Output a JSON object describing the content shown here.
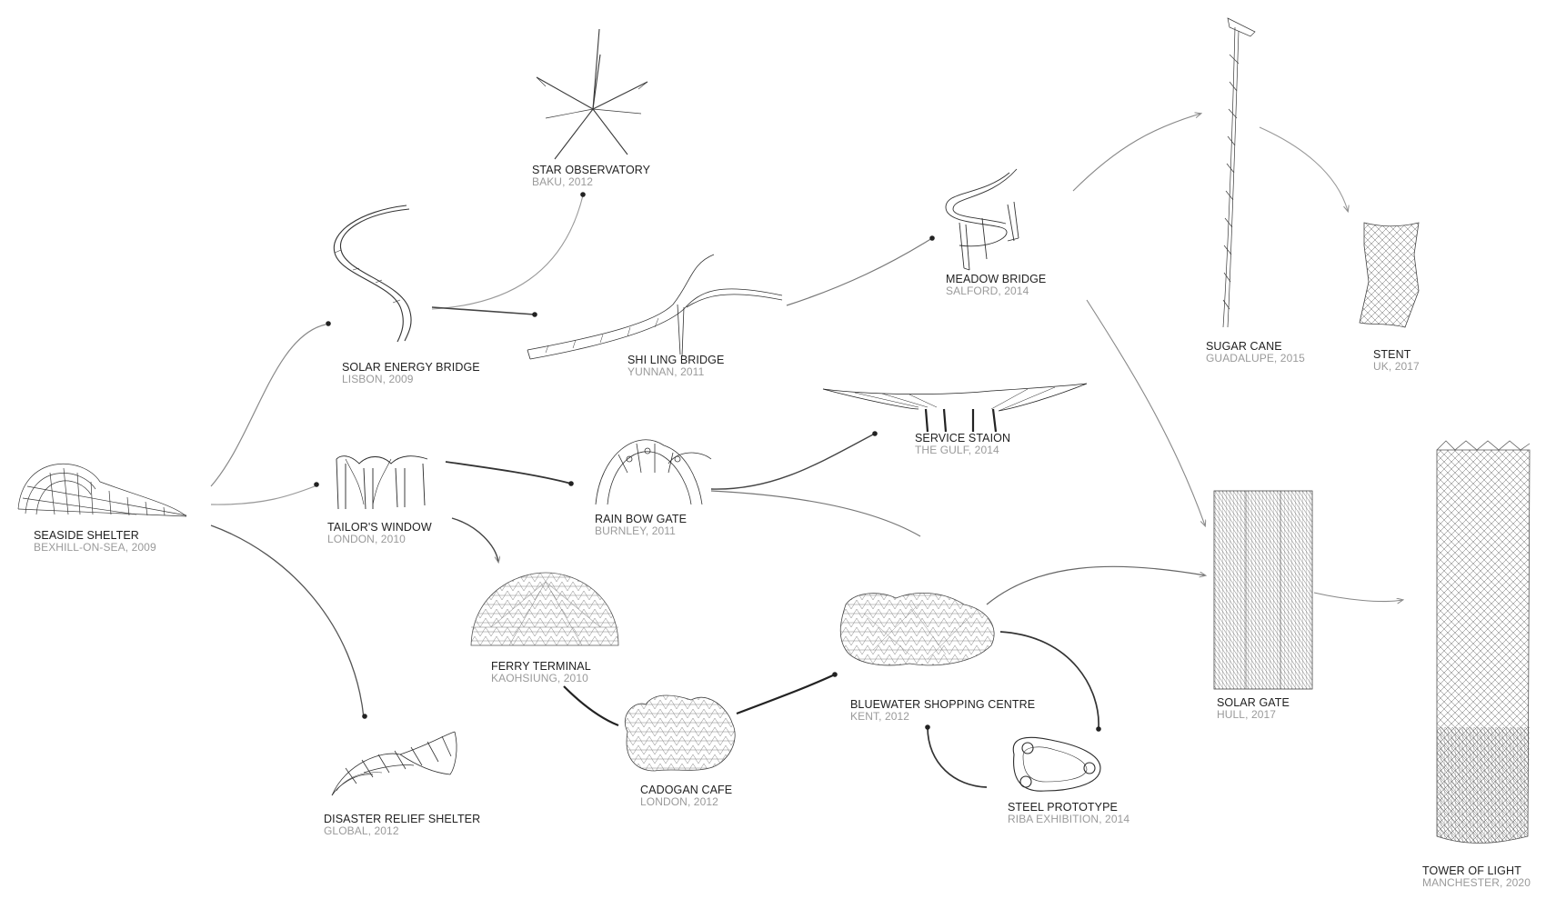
{
  "colors": {
    "ink": "#222222",
    "subtext": "#9a9a9a",
    "link": "#555555",
    "drawing": "#3a3a3a"
  },
  "nodes": [
    {
      "id": "seaside-shelter",
      "title": "SEASIDE SHELTER",
      "subtitle": "BEXHILL-ON-SEA, 2009",
      "icon": "arched-shell-drawing"
    },
    {
      "id": "solar-energy-bridge",
      "title": "SOLAR ENERGY BRIDGE",
      "subtitle": "LISBON, 2009",
      "icon": "s-curve-bridge-drawing"
    },
    {
      "id": "star-observatory",
      "title": "STAR OBSERVATORY",
      "subtitle": "BAKU, 2012",
      "icon": "star-spire-drawing"
    },
    {
      "id": "shi-ling-bridge",
      "title": "SHI LING BRIDGE",
      "subtitle": "YUNNAN, 2011",
      "icon": "forked-bridge-drawing"
    },
    {
      "id": "meadow-bridge",
      "title": "MEADOW BRIDGE",
      "subtitle": "SALFORD, 2014",
      "icon": "ribbon-bridge-drawing"
    },
    {
      "id": "sugar-cane",
      "title": "SUGAR CANE",
      "subtitle": "GUADALUPE, 2015",
      "icon": "tall-mast-drawing"
    },
    {
      "id": "stent",
      "title": "STENT",
      "subtitle": "UK, 2017",
      "icon": "lattice-tube-drawing"
    },
    {
      "id": "tailors-window",
      "title": "TAILOR'S WINDOW",
      "subtitle": "LONDON, 2010",
      "icon": "arcade-drawing"
    },
    {
      "id": "rain-bow-gate",
      "title": "RAIN BOW GATE",
      "subtitle": "BURNLEY, 2011",
      "icon": "arched-gate-drawing"
    },
    {
      "id": "service-station",
      "title": "SERVICE STAION",
      "subtitle": "THE GULF, 2014",
      "icon": "canopy-drawing"
    },
    {
      "id": "ferry-terminal",
      "title": "FERRY TERMINAL",
      "subtitle": "KAOHSIUNG, 2010",
      "icon": "dome-drawing"
    },
    {
      "id": "bluewater-shopping-centre",
      "title": "BLUEWATER SHOPPING CENTRE",
      "subtitle": "KENT, 2012",
      "icon": "cloud-roof-drawing"
    },
    {
      "id": "solar-gate",
      "title": "SOLAR GATE",
      "subtitle": "HULL, 2017",
      "icon": "mesh-panel-drawing"
    },
    {
      "id": "tower-of-light",
      "title": "TOWER OF LIGHT",
      "subtitle": "MANCHESTER, 2020",
      "icon": "diagrid-tower-drawing"
    },
    {
      "id": "disaster-relief-shelter",
      "title": "DISASTER RELIEF SHELTER",
      "subtitle": "GLOBAL, 2012",
      "icon": "vault-shelter-drawing"
    },
    {
      "id": "cadogan-cafe",
      "title": "CADOGAN CAFE",
      "subtitle": "LONDON, 2012",
      "icon": "cloud-canopy-drawing"
    },
    {
      "id": "steel-prototype",
      "title": "STEEL PROTOTYPE",
      "subtitle": "RIBA EXHIBITION, 2014",
      "icon": "loop-prototype-drawing"
    }
  ]
}
